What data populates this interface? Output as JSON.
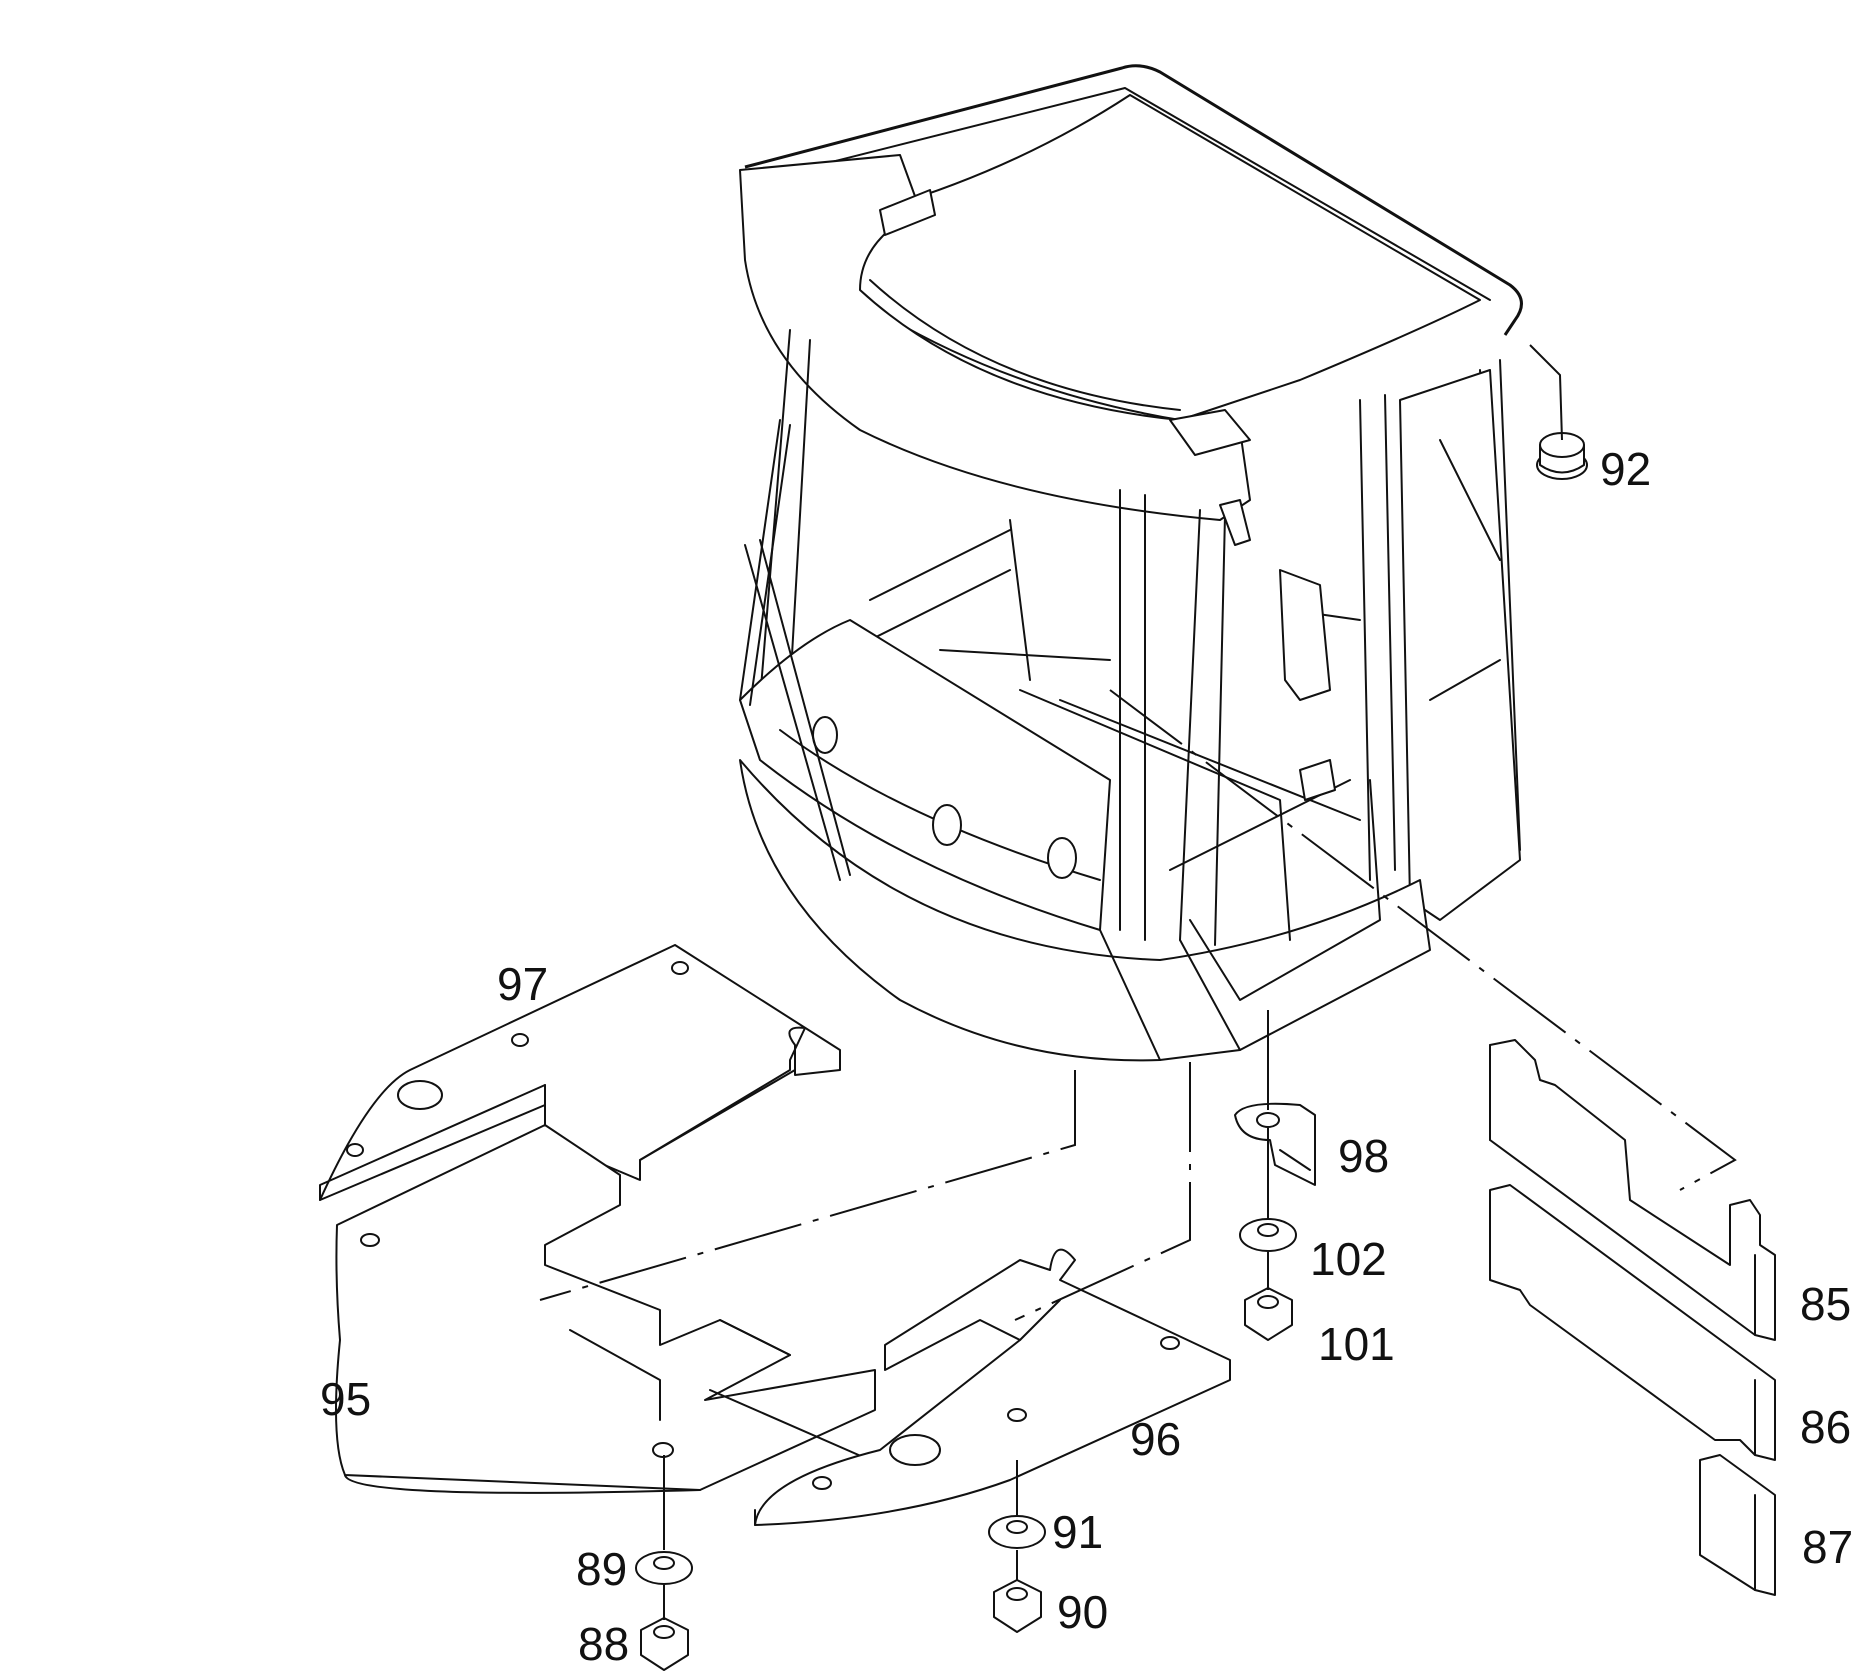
{
  "diagram": {
    "labels": {
      "p85": "85",
      "p86": "86",
      "p87": "87",
      "p88": "88",
      "p89": "89",
      "p90": "90",
      "p91": "91",
      "p92": "92",
      "p95": "95",
      "p96": "96",
      "p97": "97",
      "p98": "98",
      "p101": "101",
      "p102": "102"
    }
  }
}
